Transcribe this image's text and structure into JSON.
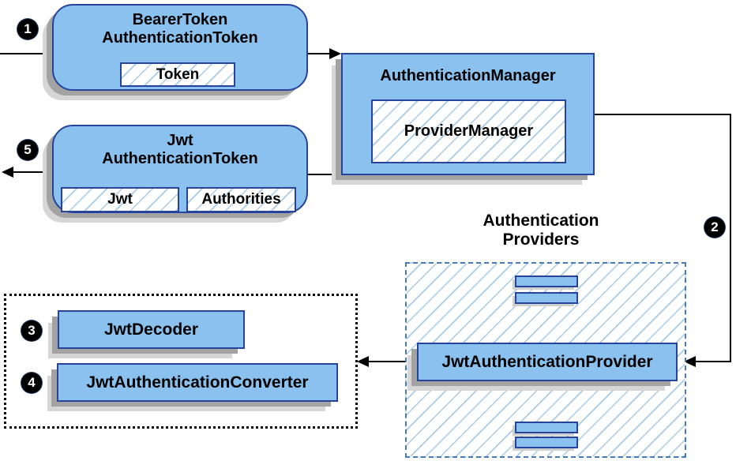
{
  "diagram": {
    "title_hint": "JWT authentication architecture flow",
    "colors": {
      "node_fill": "#8ac1ef",
      "node_border": "#26449c",
      "hatch_line": "#a8cbe9",
      "group_dashed_border": "#4779bd",
      "shadow_dark": "#a3a3a3",
      "shadow_light": "#d6d6d6",
      "connector": "#000000",
      "background": "#ffffff"
    },
    "nodes": {
      "bearer_token": {
        "title_line1": "BearerToken",
        "title_line2": "AuthenticationToken",
        "chip": "Token"
      },
      "authentication_manager": {
        "title": "AuthenticationManager",
        "chip": "ProviderManager"
      },
      "jwt_token": {
        "title_line1": "Jwt",
        "title_line2": "AuthenticationToken",
        "chip_jwt": "Jwt",
        "chip_authorities": "Authorities"
      },
      "providers_group": {
        "label_line1": "Authentication",
        "label_line2": "Providers"
      },
      "jwt_authentication_provider": {
        "label": "JwtAuthenticationProvider"
      },
      "jwt_decoder": {
        "label": "JwtDecoder"
      },
      "jwt_authentication_converter": {
        "label": "JwtAuthenticationConverter"
      }
    },
    "steps": {
      "s1": "1",
      "s2": "2",
      "s3": "3",
      "s4": "4",
      "s5": "5"
    }
  }
}
